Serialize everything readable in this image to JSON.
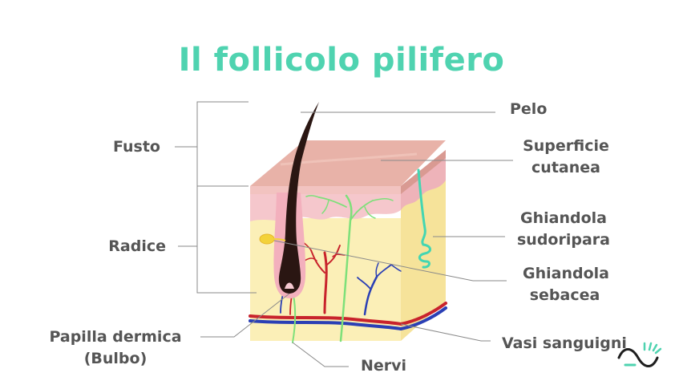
{
  "title": "Il follicolo pilifero",
  "labels": {
    "pelo": "Pelo",
    "superficie": [
      "Superficie",
      "cutanea"
    ],
    "sudoripara": [
      "Ghiandola",
      "sudoripara"
    ],
    "sebacea": [
      "Ghiandola",
      "sebacea"
    ],
    "vasi": "Vasi sanguigni",
    "nervi": "Nervi",
    "fusto": "Fusto",
    "radice": "Radice",
    "papilla": [
      "Papilla dermica",
      "(Bulbo)"
    ]
  },
  "colors": {
    "title": "#4fd3b0",
    "label": "#555555",
    "leader": "#8a8a8a",
    "epidermis_top": "#e8b2a8",
    "epidermis_side": "#d99a92",
    "dermis": "#f5c7cc",
    "hypodermis": "#fbefb7",
    "hypodermis_side": "#f6e39a",
    "hair": "#2a1612",
    "nerve": "#7ee07a",
    "artery": "#c8232c",
    "vein": "#2a3fb5",
    "sweat_gland": "#43d6b2",
    "sebaceous": "#f3d23a"
  },
  "logo": "logo-mark"
}
